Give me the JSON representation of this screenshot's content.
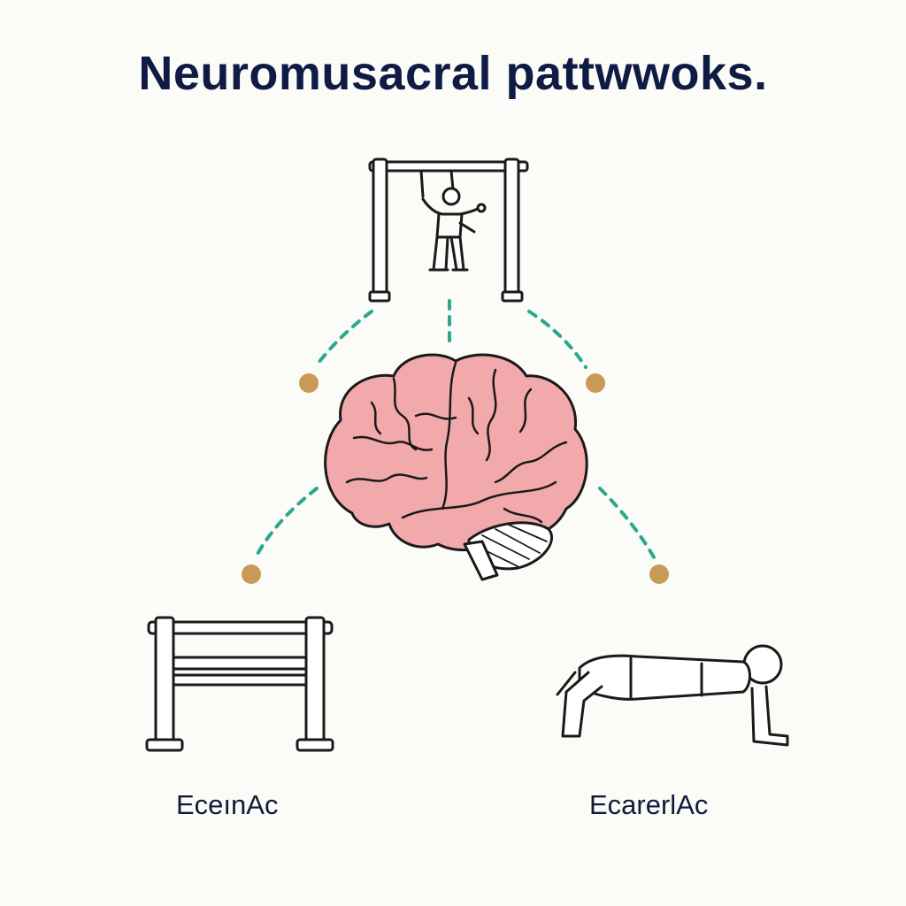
{
  "title": "Neuromusacral pattwwoks.",
  "labels": {
    "left": "EceınAc",
    "right": "EcarerlAc"
  },
  "nodes": {
    "center": "brain-icon",
    "top": "pull-up-bar-icon",
    "bottom_left": "parallel-bars-icon",
    "bottom_right": "push-up-icon"
  },
  "colors": {
    "title": "#0f1b45",
    "label": "#111a3a",
    "connector": "#2aa88f",
    "node_dot": "#c99a55",
    "brain_fill": "#f2a9ac",
    "stroke": "#1a1a1a"
  }
}
